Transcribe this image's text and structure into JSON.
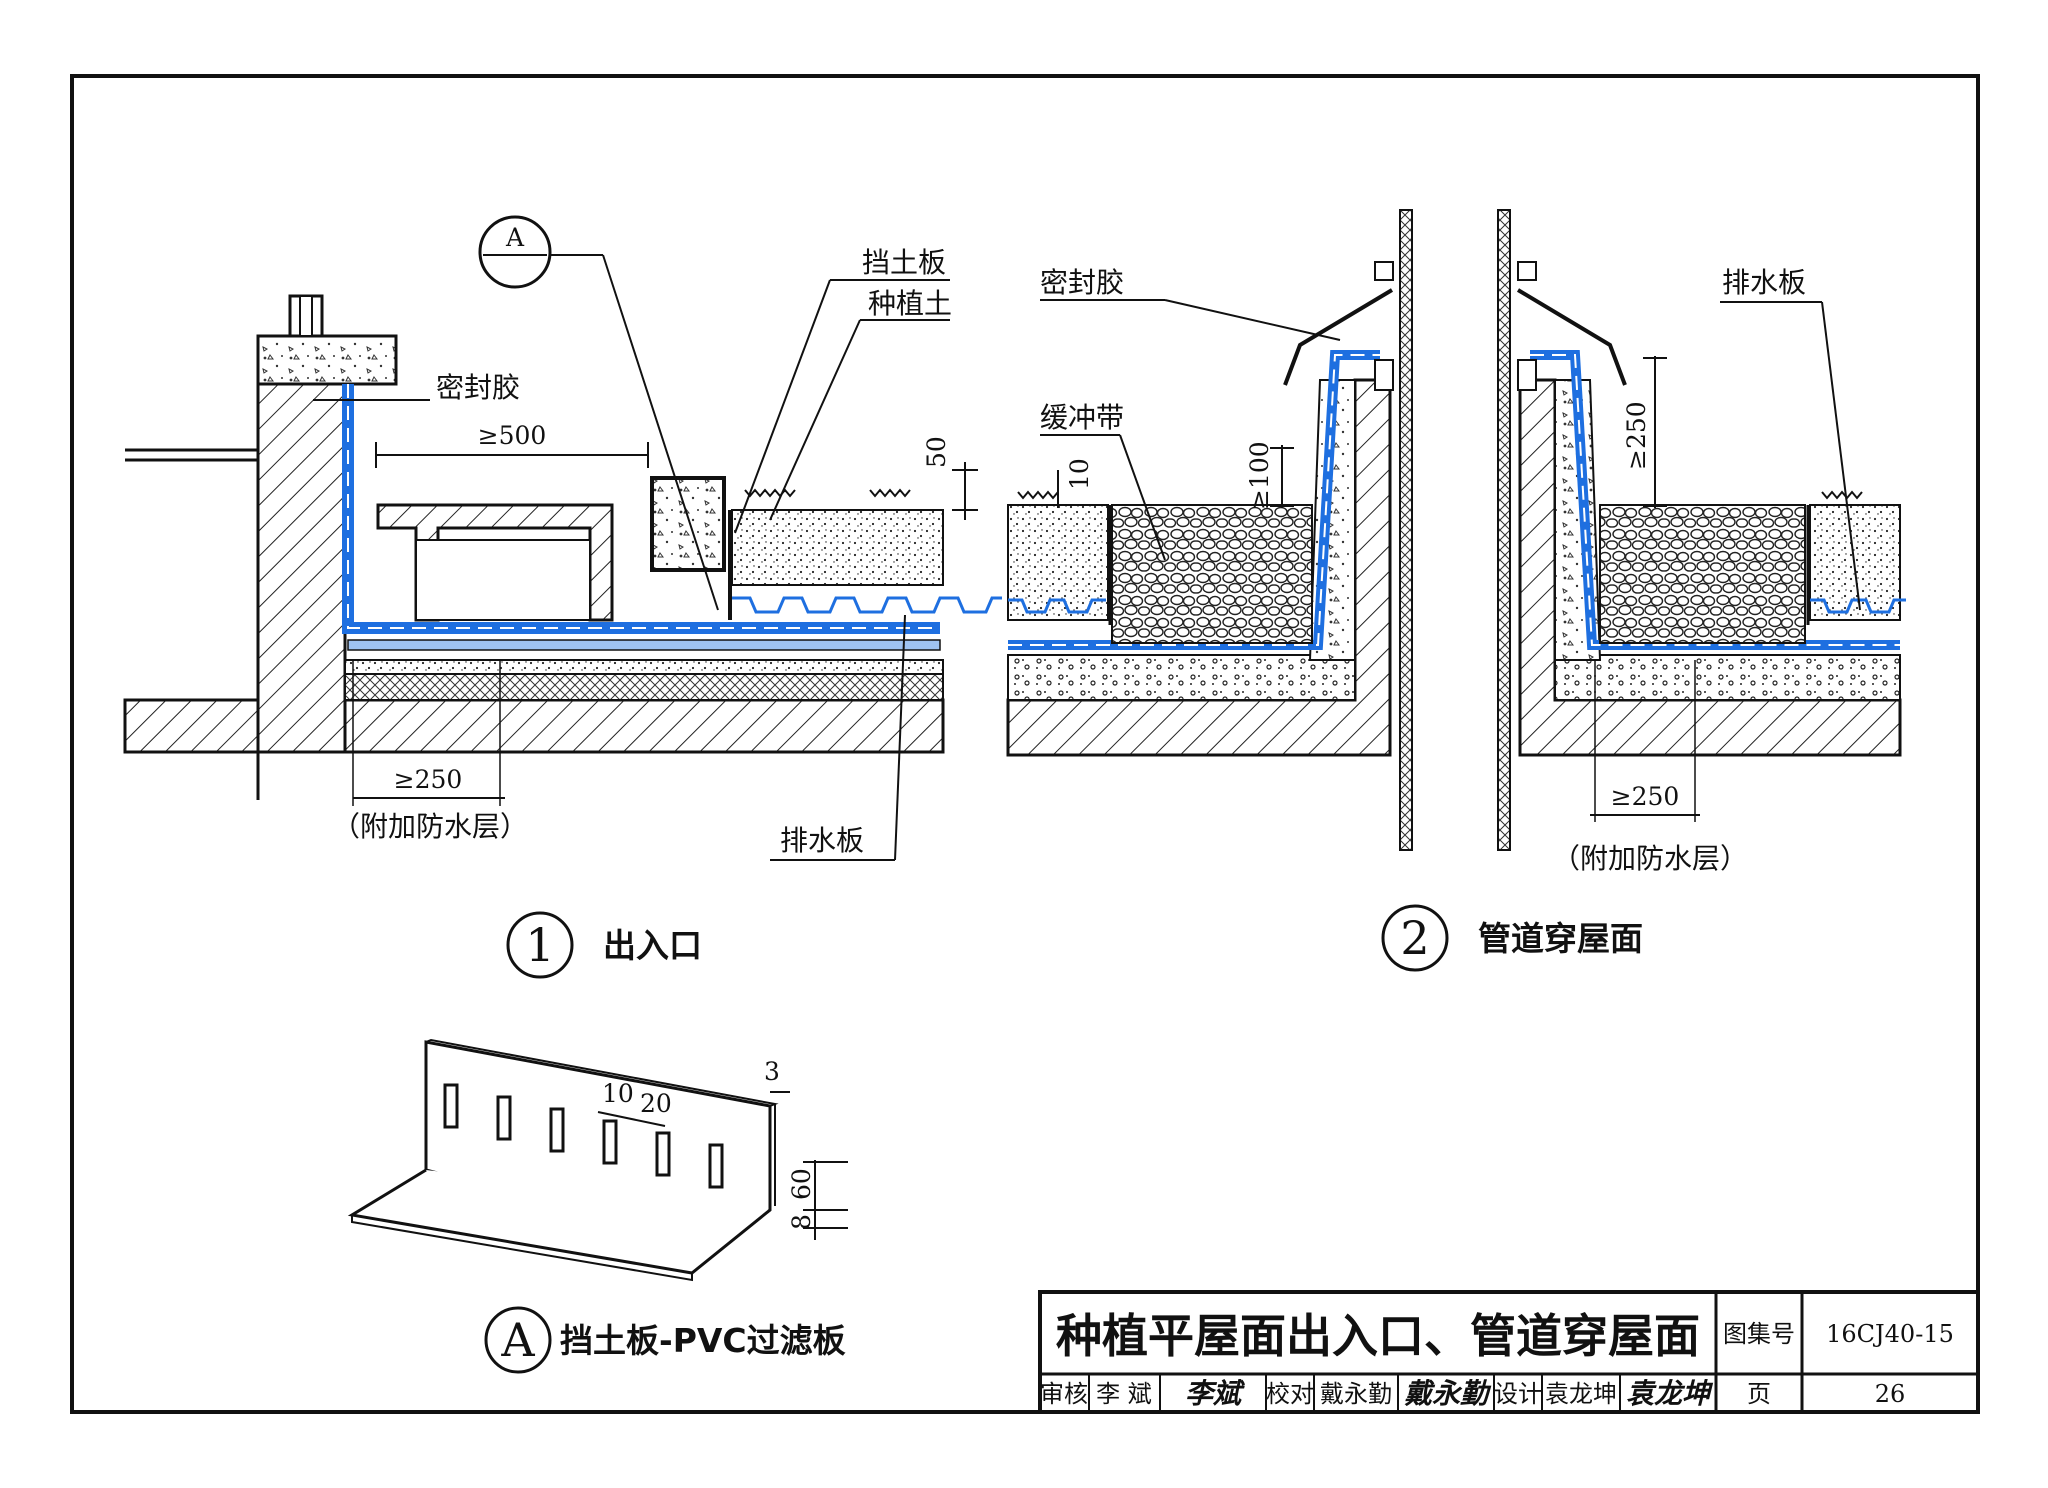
{
  "colors": {
    "membrane": "#1e6fe0",
    "line": "#111111",
    "paper": "#ffffff"
  },
  "detail1": {
    "number": "1",
    "caption": "出入口",
    "labels": {
      "callout": "A",
      "sealant": "密封胶",
      "retaining_board": "挡土板",
      "planting_soil": "种植土",
      "drainage_board": "排水板",
      "extra_layer": "（附加防水层）"
    },
    "dims": {
      "width_500": "≥500",
      "lap_250": "≥250",
      "d50": "50"
    }
  },
  "detail2": {
    "number": "2",
    "caption": "管道穿屋面",
    "labels": {
      "sealant": "密封胶",
      "buffer_strip": "缓冲带",
      "drainage_board": "排水板",
      "extra_layer": "（附加防水层）"
    },
    "dims": {
      "d10": "10",
      "d100": "≥100",
      "d250_vert": "≥250",
      "lap_250": "≥250"
    }
  },
  "detailA": {
    "letter": "A",
    "caption": "挡土板-PVC过滤板",
    "dims": {
      "t3": "3",
      "d10": "10",
      "d20": "20",
      "d60": "60",
      "d8": "8"
    }
  },
  "title_block": {
    "title": "种植平屋面出入口、管道穿屋面",
    "atlas_label": "图集号",
    "atlas_no": "16CJ40-15",
    "page_label": "页",
    "page_no": "26",
    "review_label": "审核",
    "reviewer": "李 斌",
    "reviewer_sig": "李斌",
    "check_label": "校对",
    "checker": "戴永勤",
    "checker_sig": "戴永勤",
    "design_label": "设计",
    "designer": "袁龙坤",
    "designer_sig": "袁龙坤"
  }
}
